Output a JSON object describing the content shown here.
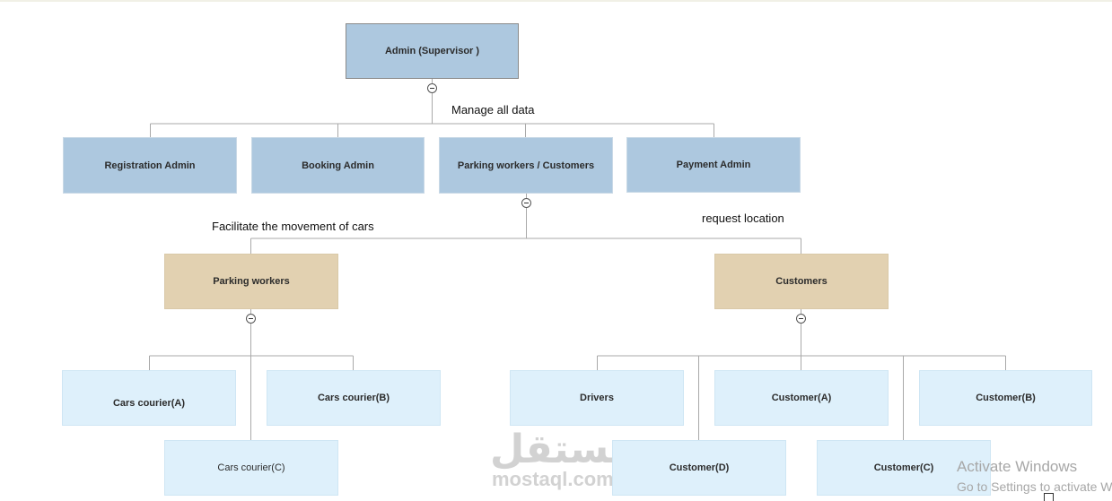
{
  "nodes": {
    "admin": "Admin (Supervisor )",
    "registration_admin": "Registration Admin",
    "booking_admin": "Booking Admin",
    "parking_workers_customers": "Parking workers / Customers",
    "payment_admin": "Payment Admin",
    "parking_workers": "Parking workers",
    "customers": "Customers",
    "cars_courier_a": "Cars courier(A)",
    "cars_courier_b": "Cars courier(B)",
    "cars_courier_c": "Cars courier(C)",
    "drivers": "Drivers",
    "customer_a": "Customer(A)",
    "customer_b": "Customer(B)",
    "customer_c": "Customer(C)",
    "customer_d": "Customer(D)"
  },
  "edge_labels": {
    "manage": "Manage all data",
    "facilitate": "Facilitate the movement of cars",
    "request": "request location"
  },
  "watermark": {
    "arabic": "مستقل",
    "latin": "mostaql.com"
  },
  "os_notice": {
    "title": "Activate Windows",
    "subtitle": "Go to Settings to activate Windows."
  },
  "colors": {
    "admin": "#adc8df",
    "level1": "#adc8df",
    "level2": "#e2d1b1",
    "level3": "#def0fb",
    "connector": "#a9a9a9"
  }
}
